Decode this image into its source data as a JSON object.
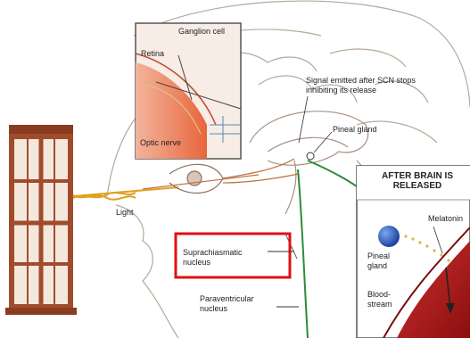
{
  "labels": {
    "ganglion_cell": "Ganglion cell",
    "retina": "Retina",
    "optic_nerve": "Optic nerve",
    "signal": "Signal emitted after SCN stops inhibiting its release",
    "pineal_gland_top": "Pineal gland",
    "light": "Light",
    "scn": "Suprachiasmatic nucleus",
    "pvn": "Paraventricular nucleus",
    "inset_title": "AFTER BRAIN IS RELEASED",
    "melatonin": "Melatonin",
    "pineal_gland_inset": "Pineal gland",
    "bloodstream": "Blood-stream"
  },
  "colors": {
    "highlight_box": "#e01010",
    "window_frame": "#9c4a2a",
    "nerve_path": "#2e8a3c",
    "pineal_blue": "#1f4fb4",
    "vessel_red": "#b01818"
  }
}
